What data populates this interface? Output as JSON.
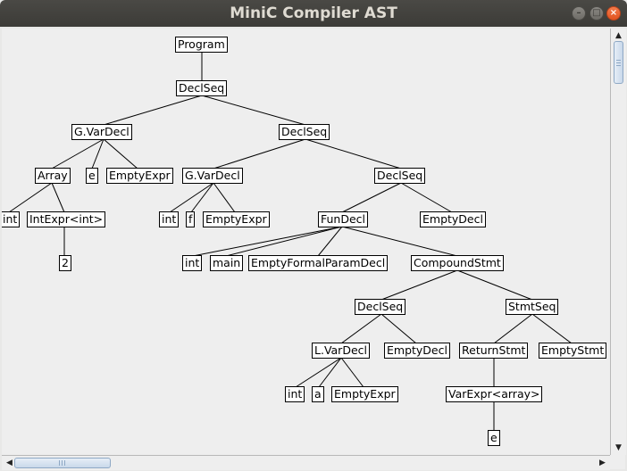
{
  "window": {
    "title": "MiniC Compiler AST",
    "buttons": {
      "minimize": "–",
      "maximize": "□",
      "close": "×"
    }
  },
  "tree": {
    "program": "Program",
    "declseq_1": "DeclSeq",
    "gvardecl_e": "G.VarDecl",
    "declseq_2": "DeclSeq",
    "array": "Array",
    "e_name": "e",
    "emptyexpr_1": "EmptyExpr",
    "int_1": "int",
    "intexpr": "IntExpr<int>",
    "two": "2",
    "gvardecl_f": "G.VarDecl",
    "declseq_3": "DeclSeq",
    "int_2": "int",
    "f_name": "f",
    "emptyexpr_2": "EmptyExpr",
    "fundecl": "FunDecl",
    "emptydecl_1": "EmptyDecl",
    "int_3": "int",
    "main": "main",
    "emptyformal": "EmptyFormalParamDecl",
    "compound": "CompoundStmt",
    "declseq_4": "DeclSeq",
    "stmtseq": "StmtSeq",
    "lvardecl": "L.VarDecl",
    "emptydecl_2": "EmptyDecl",
    "returnstmt": "ReturnStmt",
    "emptystmt": "EmptyStmt",
    "int_4": "int",
    "a_name": "a",
    "emptyexpr_3": "EmptyExpr",
    "varexpr": "VarExpr<array>",
    "e_ref": "e"
  },
  "scrollbars": {
    "up": "▲",
    "down": "▼",
    "left": "◀",
    "right": "▶"
  }
}
